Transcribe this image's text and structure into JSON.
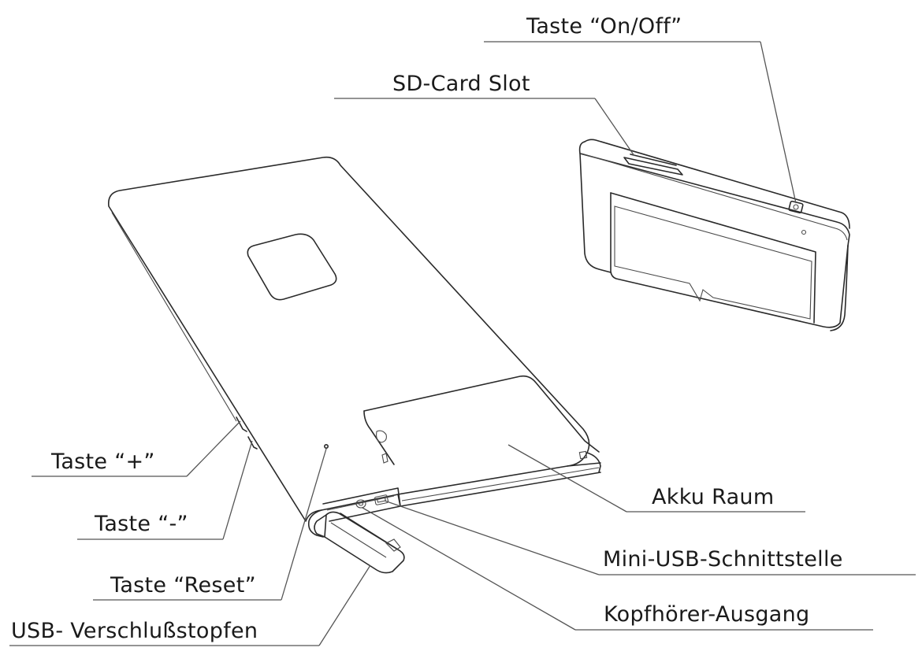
{
  "labels": {
    "on_off": "Taste “On/Off”",
    "sd_card": "SD-Card Slot",
    "plus": "Taste “+”",
    "minus": "Taste “-”",
    "reset": "Taste “Reset”",
    "usb_plug": "USB- Verschlußstopfen",
    "battery": "Akku Raum",
    "mini_usb": "Mini-USB-Schnittstelle",
    "headphone": "Kopfhörer-Ausgang"
  }
}
